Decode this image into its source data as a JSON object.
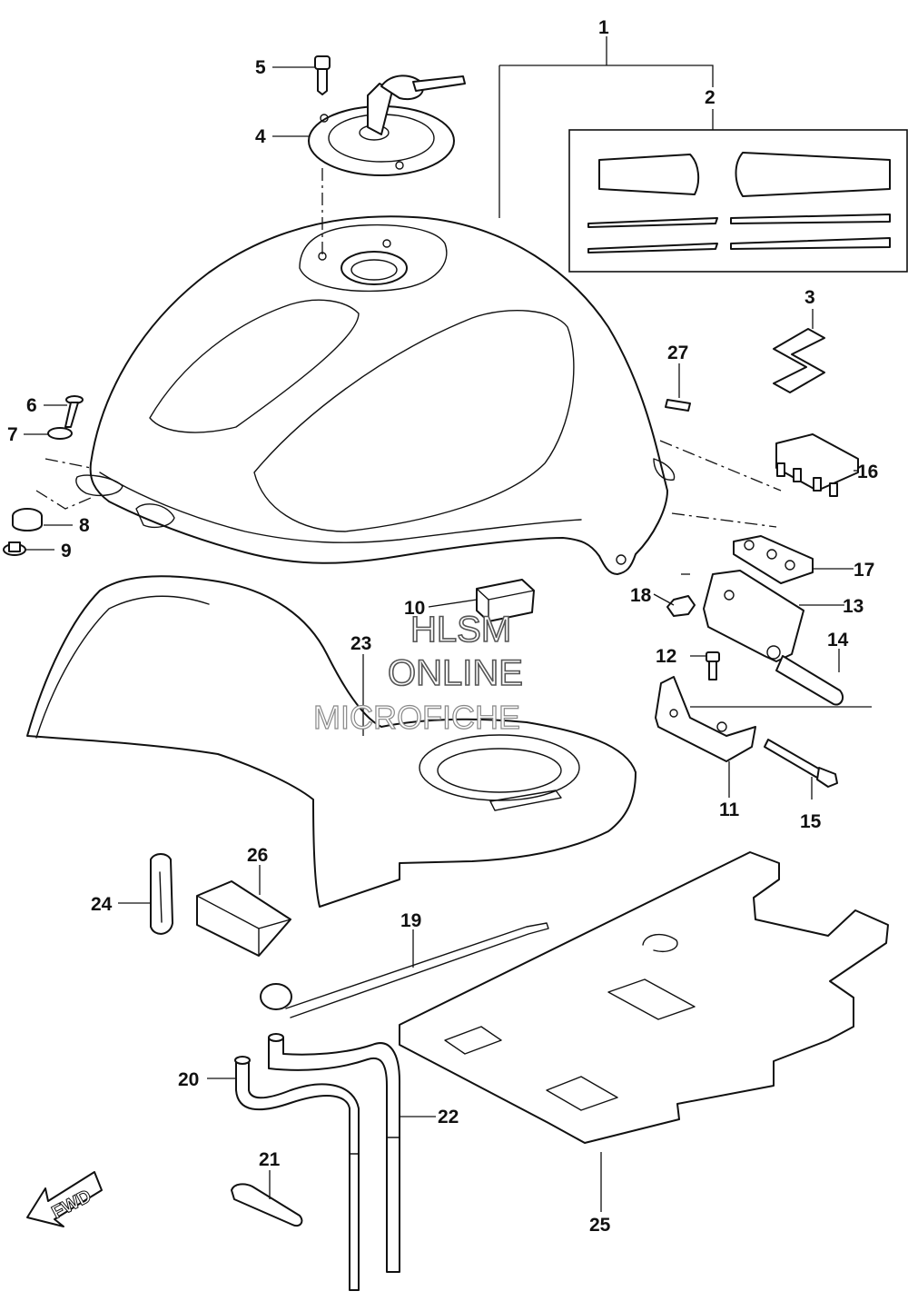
{
  "callouts": [
    {
      "id": "1",
      "label": "1"
    },
    {
      "id": "2",
      "label": "2"
    },
    {
      "id": "3",
      "label": "3"
    },
    {
      "id": "4",
      "label": "4"
    },
    {
      "id": "5",
      "label": "5"
    },
    {
      "id": "6",
      "label": "6"
    },
    {
      "id": "7",
      "label": "7"
    },
    {
      "id": "8",
      "label": "8"
    },
    {
      "id": "9",
      "label": "9"
    },
    {
      "id": "10",
      "label": "10"
    },
    {
      "id": "11",
      "label": "11"
    },
    {
      "id": "12",
      "label": "12"
    },
    {
      "id": "13",
      "label": "13"
    },
    {
      "id": "14",
      "label": "14"
    },
    {
      "id": "15",
      "label": "15"
    },
    {
      "id": "16",
      "label": "16"
    },
    {
      "id": "17",
      "label": "17"
    },
    {
      "id": "18",
      "label": "18"
    },
    {
      "id": "19",
      "label": "19"
    },
    {
      "id": "20",
      "label": "20"
    },
    {
      "id": "21",
      "label": "21"
    },
    {
      "id": "22",
      "label": "22"
    },
    {
      "id": "23",
      "label": "23"
    },
    {
      "id": "24",
      "label": "24"
    },
    {
      "id": "25",
      "label": "25"
    },
    {
      "id": "26",
      "label": "26"
    },
    {
      "id": "27",
      "label": "27"
    }
  ],
  "watermark": {
    "line1": "HLSM",
    "line2": "ONLINE",
    "line3": "MICROFICHE"
  },
  "fwd_badge": "FWD"
}
